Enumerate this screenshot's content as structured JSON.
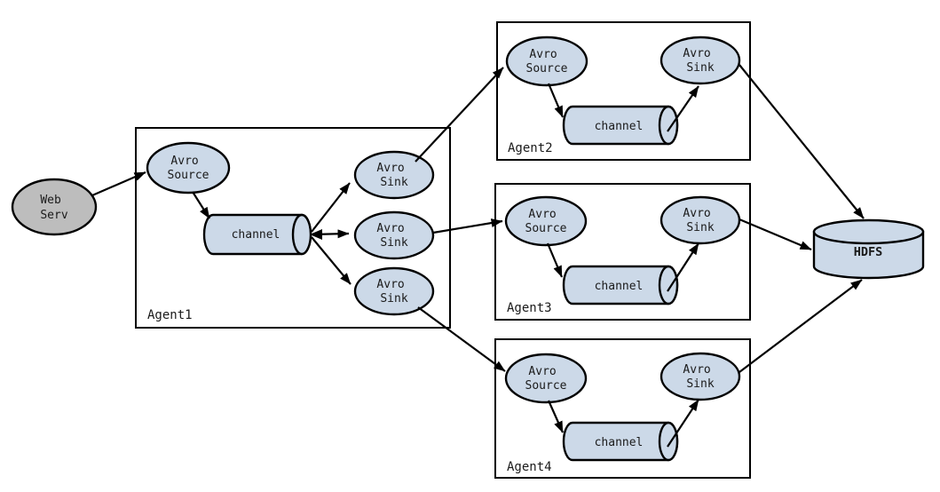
{
  "colors": {
    "node_fill": "#ccd9e8",
    "web_server_fill": "#bdbdbd",
    "line": "#000000",
    "text": "#1a1a1a",
    "background": "#ffffff"
  },
  "web_server": {
    "line1": "Web",
    "line2": "Serv"
  },
  "hdfs": {
    "label": "HDFS"
  },
  "agent1": {
    "label": "Agent1",
    "source": {
      "line1": "Avro",
      "line2": "Source"
    },
    "channel": {
      "label": "channel"
    },
    "sink1": {
      "line1": "Avro",
      "line2": "Sink"
    },
    "sink2": {
      "line1": "Avro",
      "line2": "Sink"
    },
    "sink3": {
      "line1": "Avro",
      "line2": "Sink"
    }
  },
  "agent2": {
    "label": "Agent2",
    "source": {
      "line1": "Avro",
      "line2": "Source"
    },
    "channel": {
      "label": "channel"
    },
    "sink": {
      "line1": "Avro",
      "line2": "Sink"
    }
  },
  "agent3": {
    "label": "Agent3",
    "source": {
      "line1": "Avro",
      "line2": "Source"
    },
    "channel": {
      "label": "channel"
    },
    "sink": {
      "line1": "Avro",
      "line2": "Sink"
    }
  },
  "agent4": {
    "label": "Agent4",
    "source": {
      "line1": "Avro",
      "line2": "Source"
    },
    "channel": {
      "label": "channel"
    },
    "sink": {
      "line1": "Avro",
      "line2": "Sink"
    }
  },
  "edges": [
    {
      "from": "web-server",
      "to": "agent1-avro-source"
    },
    {
      "from": "agent1-avro-source",
      "to": "agent1-channel"
    },
    {
      "from": "agent1-channel",
      "to": "agent1-avro-sink-1"
    },
    {
      "from": "agent1-channel",
      "to": "agent1-avro-sink-2"
    },
    {
      "from": "agent1-channel",
      "to": "agent1-avro-sink-3"
    },
    {
      "from": "agent1-avro-sink-1",
      "to": "agent2-avro-source"
    },
    {
      "from": "agent1-avro-sink-2",
      "to": "agent3-avro-source"
    },
    {
      "from": "agent1-avro-sink-3",
      "to": "agent4-avro-source"
    },
    {
      "from": "agent2-avro-source",
      "to": "agent2-channel"
    },
    {
      "from": "agent2-channel",
      "to": "agent2-avro-sink"
    },
    {
      "from": "agent2-avro-sink",
      "to": "hdfs"
    },
    {
      "from": "agent3-avro-source",
      "to": "agent3-channel"
    },
    {
      "from": "agent3-channel",
      "to": "agent3-avro-sink"
    },
    {
      "from": "agent3-avro-sink",
      "to": "hdfs"
    },
    {
      "from": "agent4-avro-source",
      "to": "agent4-channel"
    },
    {
      "from": "agent4-channel",
      "to": "agent4-avro-sink"
    },
    {
      "from": "agent4-avro-sink",
      "to": "hdfs"
    }
  ]
}
